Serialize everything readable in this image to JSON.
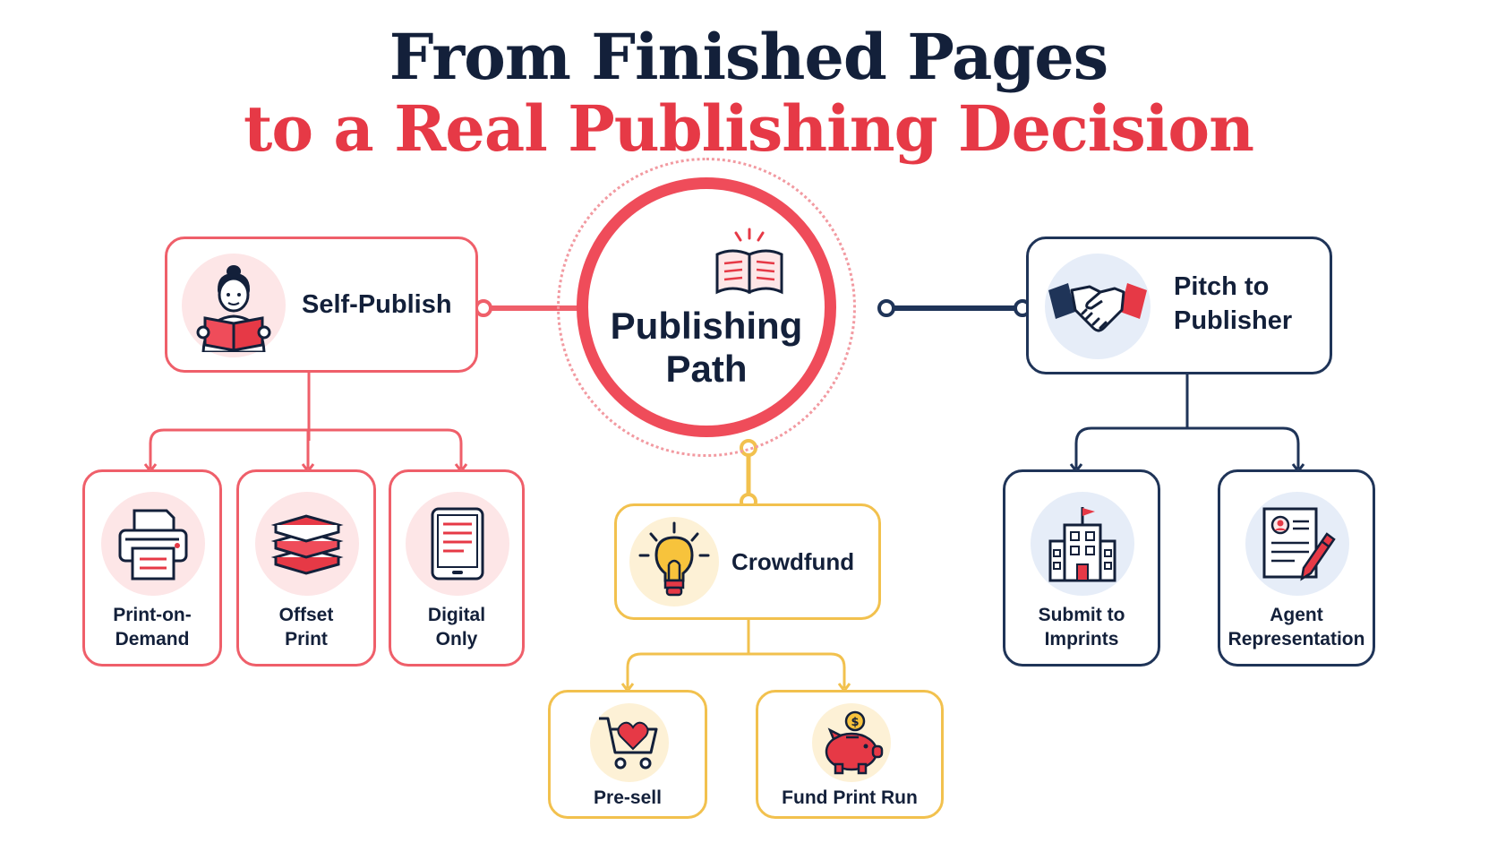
{
  "title": {
    "line1": "From Finished Pages",
    "line2": "to a Real Publishing Decision"
  },
  "hub": {
    "label_line1": "Publishing",
    "label_line2": "Path",
    "icon": "open-book-icon"
  },
  "self_publish": {
    "label": "Self-Publish",
    "icon": "reader-with-book-icon",
    "options": [
      {
        "label_line1": "Print-on-",
        "label_line2": "Demand",
        "icon": "printer-icon"
      },
      {
        "label_line1": "Offset",
        "label_line2": "Print",
        "icon": "book-stack-icon"
      },
      {
        "label_line1": "Digital",
        "label_line2": "Only",
        "icon": "tablet-icon"
      }
    ]
  },
  "pitch": {
    "label_line1": "Pitch to",
    "label_line2": "Publisher",
    "icon": "handshake-icon",
    "options": [
      {
        "label_line1": "Submit to",
        "label_line2": "Imprints",
        "icon": "building-icon"
      },
      {
        "label_line1": "Agent",
        "label_line2": "Representation",
        "icon": "contract-icon"
      }
    ]
  },
  "crowdfund": {
    "label": "Crowdfund",
    "icon": "lightbulb-icon",
    "options": [
      {
        "label": "Pre-sell",
        "icon": "cart-heart-icon"
      },
      {
        "label": "Fund Print Run",
        "icon": "piggy-bank-icon"
      }
    ]
  },
  "colors": {
    "navy": "#13203a",
    "red": "#e63946",
    "coral": "#ef5f6a",
    "gold": "#f2c14e",
    "dark_blue": "#1f3458"
  }
}
